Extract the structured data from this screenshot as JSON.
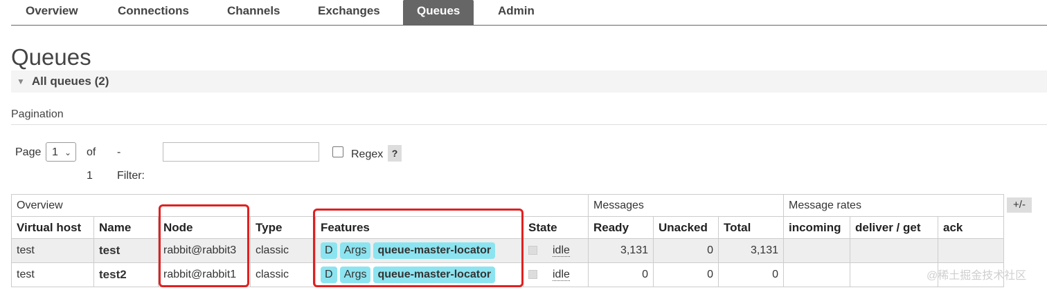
{
  "nav": {
    "tabs": [
      {
        "label": "Overview"
      },
      {
        "label": "Connections"
      },
      {
        "label": "Channels"
      },
      {
        "label": "Exchanges"
      },
      {
        "label": "Queues",
        "active": true
      },
      {
        "label": "Admin"
      }
    ]
  },
  "page": {
    "title": "Queues",
    "section_toggle": "All queues (2)"
  },
  "pagination": {
    "heading": "Pagination",
    "page_label": "Page",
    "page_value": "1",
    "of_label": "of 1",
    "filter_label": "- Filter:",
    "filter_value": "",
    "regex_label": "Regex",
    "regex_checked": false,
    "help_label": "?"
  },
  "table": {
    "groups": [
      "Overview",
      "Messages",
      "Message rates"
    ],
    "columns": [
      "Virtual host",
      "Name",
      "Node",
      "Type",
      "Features",
      "State",
      "Ready",
      "Unacked",
      "Total",
      "incoming",
      "deliver / get",
      "ack"
    ],
    "toggle_columns": "+/-",
    "rows": [
      {
        "vhost": "test",
        "name": "test",
        "node": "rabbit@rabbit3",
        "type": "classic",
        "features": [
          "D",
          "Args",
          "queue-master-locator"
        ],
        "state": "idle",
        "ready": "3,131",
        "unacked": "0",
        "total": "3,131",
        "incoming": "",
        "deliver_get": "",
        "ack": ""
      },
      {
        "vhost": "test",
        "name": "test2",
        "node": "rabbit@rabbit1",
        "type": "classic",
        "features": [
          "D",
          "Args",
          "queue-master-locator"
        ],
        "state": "idle",
        "ready": "0",
        "unacked": "0",
        "total": "0",
        "incoming": "",
        "deliver_get": "",
        "ack": ""
      }
    ]
  },
  "watermark": "@稀土掘金技术社区",
  "colors": {
    "active_tab": "#666666",
    "feature_tag": "#8ce4f0",
    "highlight_box": "#e02020"
  }
}
